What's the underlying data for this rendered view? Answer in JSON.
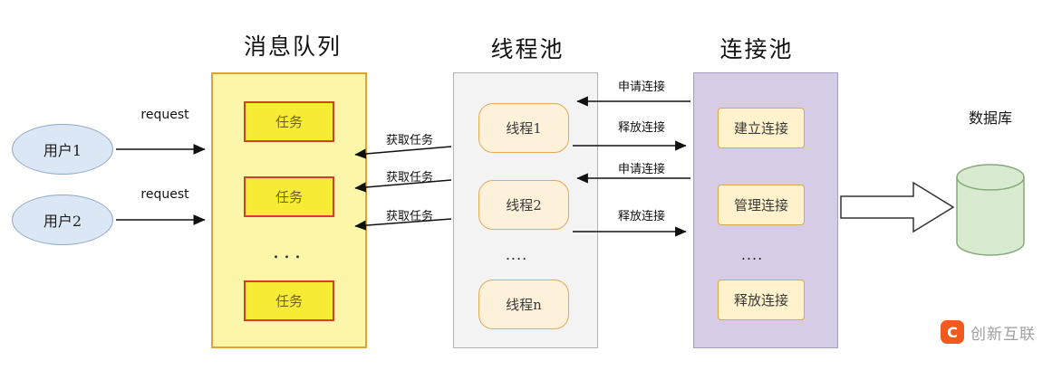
{
  "titles": {
    "message_queue": "消息队列",
    "thread_pool": "线程池",
    "connection_pool": "连接池",
    "database": "数据库"
  },
  "users": [
    {
      "label": "用户1"
    },
    {
      "label": "用户2"
    }
  ],
  "message_queue": {
    "tasks": [
      "任务",
      "任务",
      "任务"
    ],
    "ellipsis": "..."
  },
  "thread_pool": {
    "threads": [
      "线程1",
      "线程2",
      "线程n"
    ],
    "ellipsis": "...."
  },
  "connection_pool": {
    "items": [
      "建立连接",
      "管理连接",
      "释放连接"
    ],
    "ellipsis": "...."
  },
  "edge_labels": {
    "request": [
      "request",
      "request"
    ],
    "fetch_task": [
      "获取任务",
      "获取任务",
      "获取任务"
    ],
    "acquire_connection": [
      "申请连接",
      "申请连接"
    ],
    "release_connection": [
      "释放连接",
      "释放连接"
    ]
  },
  "watermark": {
    "logo_letter": "C",
    "text": "创新互联"
  },
  "colors": {
    "message_queue_fill": "#fcf7a8",
    "message_queue_border": "#dca43c",
    "task_fill": "#f7ec35",
    "task_border": "#cf4125",
    "thread_pool_fill": "#f3f3f3",
    "thread_box_fill": "#fdf1da",
    "thread_box_border": "#dfa95e",
    "connection_pool_fill": "#d6cce5",
    "connection_box_fill": "#fff2cc",
    "connection_box_border": "#d8a94e",
    "user_ellipse_fill": "#dbe7f4",
    "database_fill": "#d8ead0",
    "watermark_orange": "#f25a1e"
  }
}
